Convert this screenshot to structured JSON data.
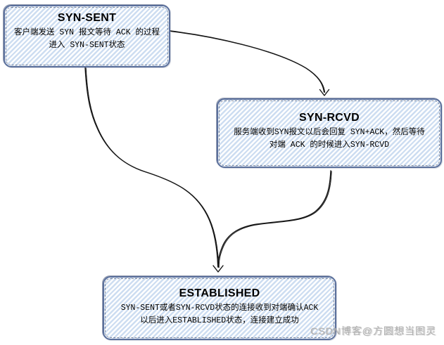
{
  "diagram": {
    "nodes": [
      {
        "id": "syn-sent",
        "title": "SYN-SENT",
        "line1": "客户端发送 SYN 报文等待 ACK 的过程",
        "line2": "进入 SYN-SENT状态"
      },
      {
        "id": "syn-rcvd",
        "title": "SYN-RCVD",
        "line1": "服务端收到SYN报文以后会回复 SYN+ACK，然后等待",
        "line2": "对端 ACK 的时候进入SYN-RCVD"
      },
      {
        "id": "established",
        "title": "ESTABLISHED",
        "line1": "SYN-SENT或者SYN-RCVD状态的连接收到对端确认ACK",
        "line2": "以后进入ESTABLISHED状态，连接建立成功"
      }
    ],
    "edges": [
      {
        "from": "syn-sent",
        "to": "syn-rcvd"
      },
      {
        "from": "syn-sent",
        "to": "established"
      },
      {
        "from": "syn-rcvd",
        "to": "established"
      }
    ],
    "colors": {
      "node_border": "#5a6f9b",
      "node_fill_stripe": "#cdddf1",
      "node_fill_background": "#ffffff",
      "arrow": "#161616",
      "watermark": "#b0b0b0"
    }
  },
  "watermark": {
    "text": "CSDN博客@方圆想当图灵"
  }
}
